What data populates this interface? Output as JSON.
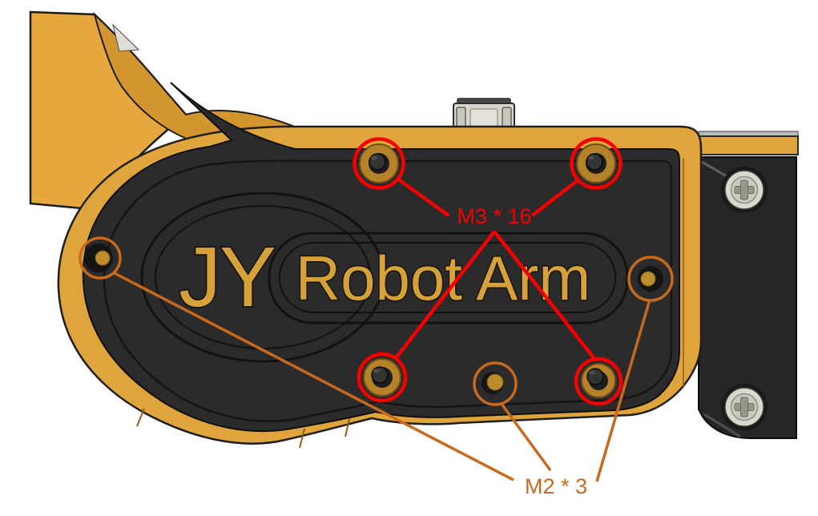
{
  "scene_type": "CAD annotated screenshot of robot arm joint housing",
  "cover": {
    "brand": "JY",
    "product": "Robot Arm"
  },
  "annotations": {
    "m3": {
      "label": "M3 * 16",
      "color": "#F70000",
      "marked_holes": 4
    },
    "m2": {
      "label": "M2 * 3",
      "color": "#C8691E",
      "marked_holes": 3
    }
  },
  "colors": {
    "body_yellow": "#DFA43C",
    "arm_yellow": "#E6A83E",
    "arm_shade_yellow": "#D3952F",
    "cover_black": "#2B2B2B",
    "panel_black": "#262626",
    "screw_silver": "#D9D8CE",
    "washer_gold": "#B5822A",
    "background": "#FFFFFF"
  },
  "parts": {
    "connector": "usb-connector",
    "right_panel_screw_count": 2
  }
}
